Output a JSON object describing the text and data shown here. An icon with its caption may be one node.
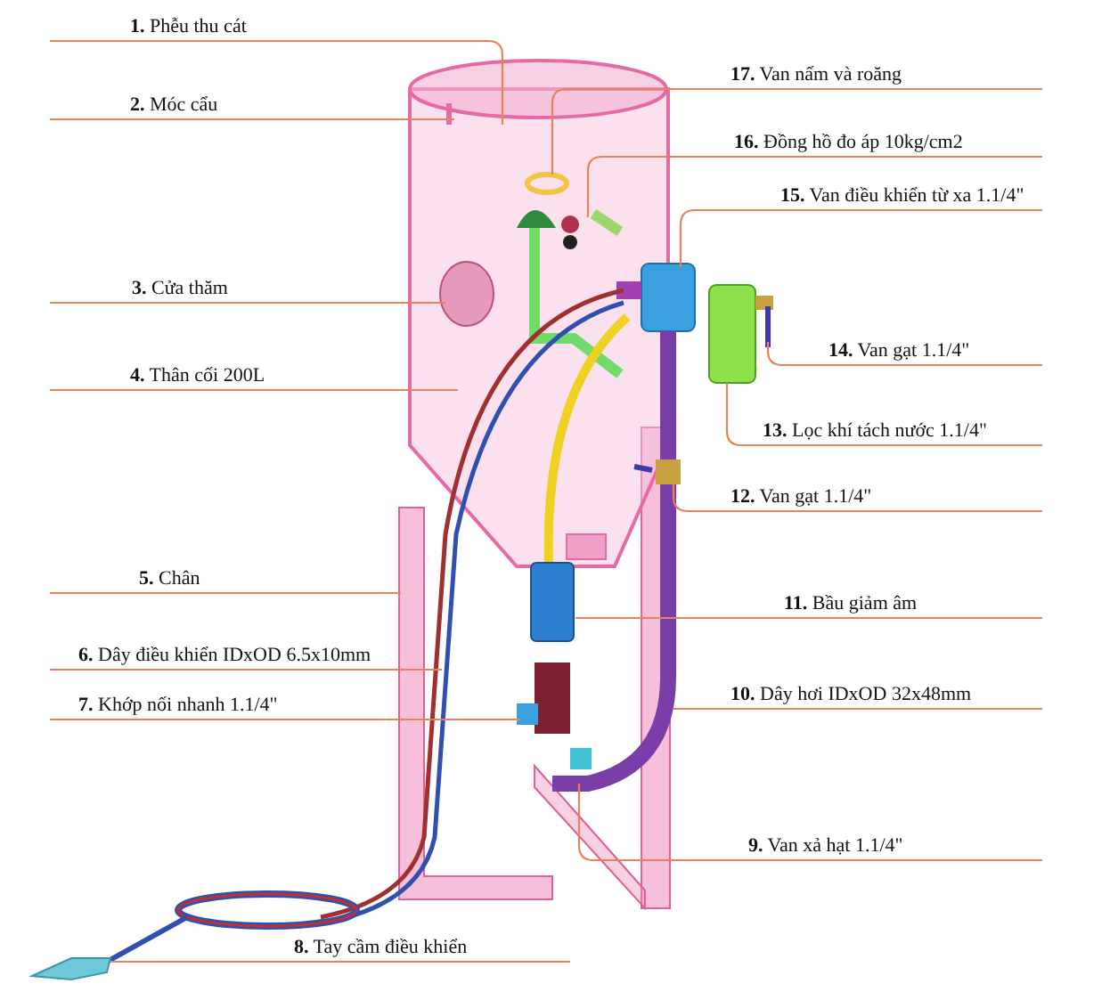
{
  "diagram": {
    "nodes": [
      {
        "text": [
          "**1.** Phễu thu cát"
        ]
      },
      {
        "text": [
          "**2.** Móc cẩu"
        ]
      },
      {
        "text": [
          "**3.** Cửa thăm"
        ]
      },
      {
        "text": [
          "**4.** Thân cối 200L"
        ]
      },
      {
        "text": [
          "**5.** Chân"
        ]
      },
      {
        "text": [
          "**6.** Dây điều khiển IDxOD 6.5x10mm"
        ]
      },
      {
        "text": [
          "**7.** Khớp nối nhanh 1.1/4\""
        ]
      },
      {
        "text": [
          "**8.** Tay cầm điều khiển"
        ]
      },
      {
        "text": [
          "**9.** Van xả hạt 1.1/4\""
        ]
      },
      {
        "text": [
          "**10.** Dây hơi IDxOD 32x48mm"
        ]
      },
      {
        "text": [
          "**11.** Bầu giảm âm"
        ]
      },
      {
        "text": [
          "**12.** Van gạt 1.1/4\""
        ]
      },
      {
        "text": [
          "**13.** Lọc khí tách nước 1.1/4\""
        ]
      },
      {
        "text": [
          "**14.** Van gạt 1.1/4\""
        ]
      },
      {
        "text": [
          "**15.** Van điều khiển từ xa 1.1/4\""
        ]
      },
      {
        "text": [
          "**16.** Đồng hồ đo áp 10kg/cm2"
        ]
      },
      {
        "text": [
          "**17.** Van nấm và roăng"
        ]
      }
    ],
    "edges": [
      {
        "from": 0,
        "to": null,
        "arrow": "none"
      },
      {
        "from": 1,
        "to": null,
        "arrow": "none"
      },
      {
        "from": 2,
        "to": null,
        "arrow": "none"
      },
      {
        "from": 3,
        "to": null,
        "arrow": "none"
      },
      {
        "from": 4,
        "to": null,
        "arrow": "none"
      },
      {
        "from": 5,
        "to": null,
        "arrow": "none"
      },
      {
        "from": 6,
        "to": null,
        "arrow": "none"
      },
      {
        "from": 7,
        "to": null,
        "arrow": "none"
      },
      {
        "from": 8,
        "to": null,
        "arrow": "none"
      },
      {
        "from": 9,
        "to": null,
        "arrow": "none"
      },
      {
        "from": 10,
        "to": null,
        "arrow": "none"
      },
      {
        "from": 11,
        "to": null,
        "arrow": "none"
      },
      {
        "from": 12,
        "to": null,
        "arrow": "none"
      },
      {
        "from": 13,
        "to": null,
        "arrow": "none"
      },
      {
        "from": 14,
        "to": null,
        "arrow": "none"
      },
      {
        "from": 15,
        "to": null,
        "arrow": "none"
      },
      {
        "from": 16,
        "to": null,
        "arrow": "none"
      }
    ]
  }
}
